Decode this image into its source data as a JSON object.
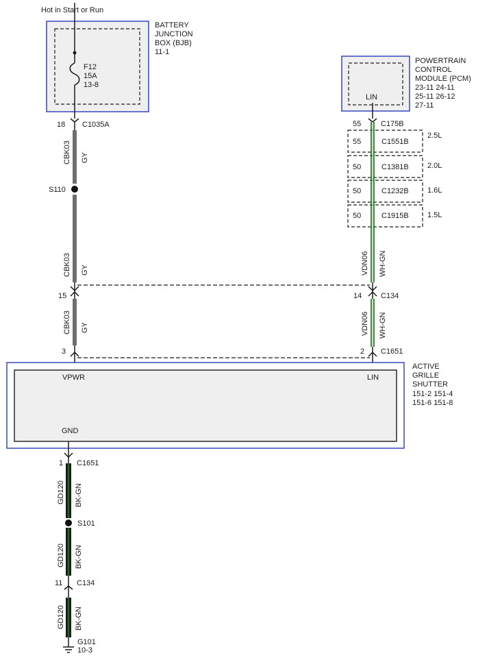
{
  "header": {
    "power_note": "Hot in Start or Run"
  },
  "bjb": {
    "name_lines": [
      "BATTERY",
      "JUNCTION",
      "BOX (BJB)",
      "11-1"
    ],
    "fuse": {
      "id": "F12",
      "rating": "15A",
      "ref": "13-8"
    }
  },
  "pcm": {
    "name_lines": [
      "POWERTRAIN",
      "CONTROL",
      "MODULE (PCM)",
      "23-11  24-11",
      "25-11  26-12",
      "27-11"
    ],
    "pin_label": "LIN"
  },
  "engine_options": [
    {
      "pin": "55",
      "connector": "C1551B",
      "engine": "2.5L"
    },
    {
      "pin": "50",
      "connector": "C1381B",
      "engine": "2.0L"
    },
    {
      "pin": "50",
      "connector": "C1232B",
      "engine": "1.6L"
    },
    {
      "pin": "50",
      "connector": "C1915B",
      "engine": "1.5L"
    }
  ],
  "connectors": {
    "bjb_out": {
      "pin": "18",
      "name": "C1035A"
    },
    "pcm_out": {
      "pin": "55",
      "name": "C175B"
    },
    "c134_left": {
      "pin": "15",
      "name": ""
    },
    "c134_right": {
      "pin": "14",
      "name": "C134"
    },
    "c1651_vpwr": {
      "pin": "3",
      "name": ""
    },
    "c1651_lin": {
      "pin": "2",
      "name": "C1651"
    },
    "c1651_gnd": {
      "pin": "1",
      "name": "C1651"
    },
    "c134_gnd": {
      "pin": "11",
      "name": "C134"
    }
  },
  "splices": {
    "s110": "S110",
    "s101": "S101"
  },
  "wires": {
    "power_1": {
      "circuit": "CBK03",
      "color": "GY"
    },
    "power_2": {
      "circuit": "CBK03",
      "color": "GY"
    },
    "power_3": {
      "circuit": "CBK03",
      "color": "GY"
    },
    "lin_1": {
      "circuit": "VDN06",
      "color": "WH-GN"
    },
    "lin_2": {
      "circuit": "VDN06",
      "color": "WH-GN"
    },
    "gnd_1": {
      "circuit": "GD120",
      "color": "BK-GN"
    },
    "gnd_2": {
      "circuit": "GD120",
      "color": "BK-GN"
    },
    "gnd_3": {
      "circuit": "GD120",
      "color": "BK-GN"
    }
  },
  "shutter": {
    "name_lines": [
      "ACTIVE",
      "GRILLE",
      "SHUTTER",
      "151-2  151-4",
      "151-6  151-8"
    ],
    "pins": {
      "vpwr": "VPWR",
      "lin": "LIN",
      "gnd": "GND"
    }
  },
  "ground": {
    "id": "G101",
    "ref": "10-3"
  },
  "colors": {
    "module_border": "#2a3bb8",
    "wire_gray": "#6e6e6e",
    "wire_green": "#1e6b1e",
    "wire_dark": "#1a1a1a",
    "box_fill": "#efefef"
  }
}
